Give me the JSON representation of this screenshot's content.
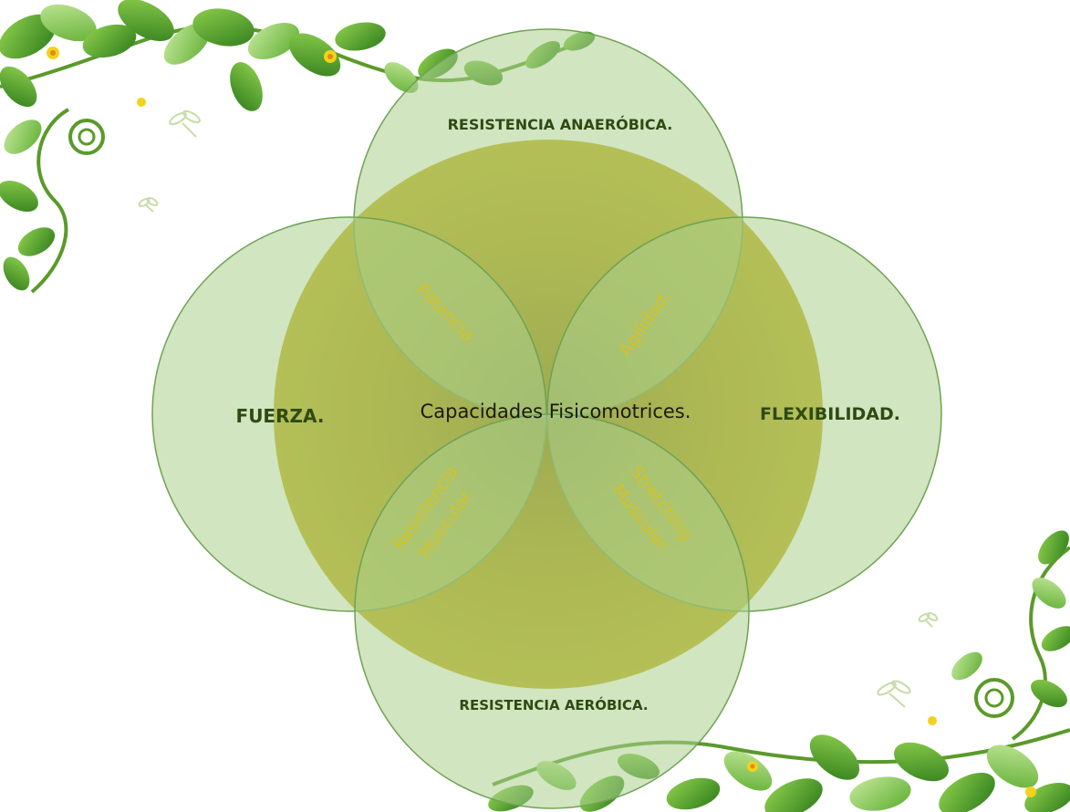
{
  "diagram": {
    "center_label": "Capacidades Fisicomotrices.",
    "outer_circles": {
      "top": "RESISTENCIA ANAERÓBICA.",
      "left": "FUERZA.",
      "right": "FLEXIBILIDAD.",
      "bottom": "RESISTENCIA AERÓBICA."
    },
    "overlaps": {
      "top_left": "Potencia.",
      "top_right": "Agilidad.",
      "bottom_left_line1": "Resistencia",
      "bottom_left_line2": "Muscular.",
      "bottom_right_line1": "Stretching",
      "bottom_right_line2": "Muscular."
    }
  },
  "colors": {
    "center_fill": "#b8a412",
    "center_dark": "#8f7c0c",
    "outer_fill": "#a9cf8c",
    "outer_stroke": "#6fa253",
    "outer_text": "#2f4a12",
    "lens_text": "#d4c227",
    "leaf_dark": "#2f7d1b",
    "leaf_light": "#7cc241",
    "flower": "#f2d21b"
  },
  "decorations": [
    "leaf-vine-top-left",
    "leaf-vine-bottom-right",
    "dragonfly-icon",
    "flower-icon"
  ]
}
